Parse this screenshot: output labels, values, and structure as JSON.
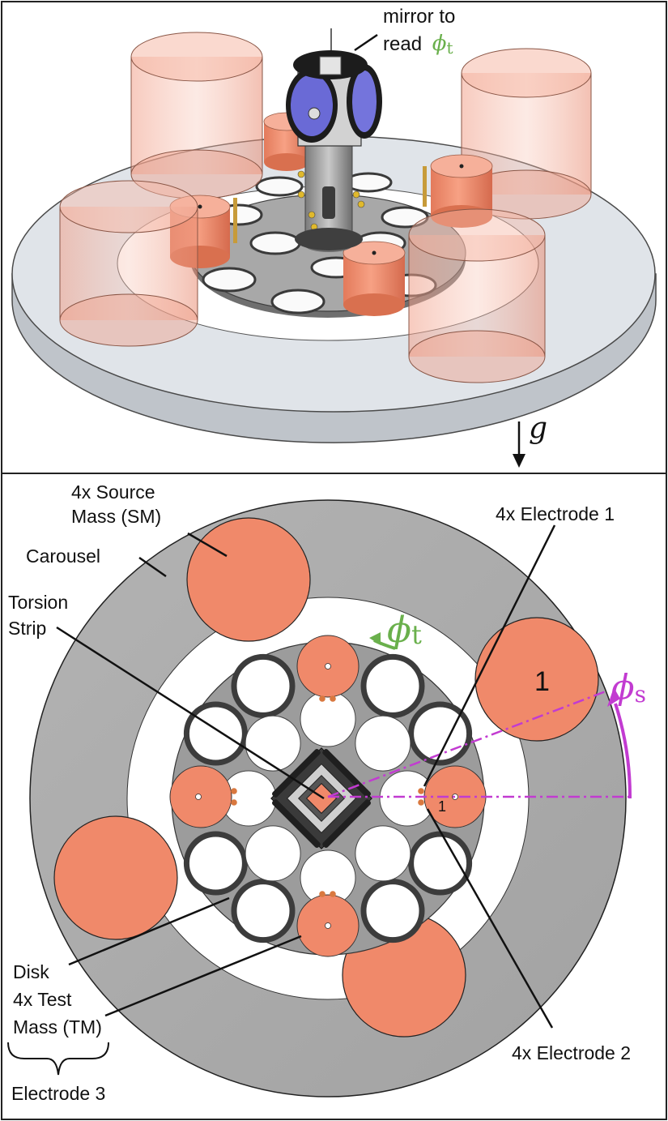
{
  "top_panel": {
    "mirror_label_line1": "mirror to",
    "mirror_label_line2": "read",
    "phi_t_symbol": "ϕ",
    "phi_t_sub": "t",
    "gravity_label": "g"
  },
  "bottom_panel": {
    "source_mass_line1": "4x Source",
    "source_mass_line2": "Mass (SM)",
    "carousel": "Carousel",
    "torsion_line1": "Torsion",
    "torsion_line2": "Strip",
    "electrode1": "4x Electrode 1",
    "electrode2": "4x Electrode 2",
    "electrode3": "Electrode 3",
    "disk": "Disk",
    "test_mass_line1": "4x Test",
    "test_mass_line2": "Mass (TM)",
    "phi_symbol": "ϕ",
    "phi_t_sub": "t",
    "phi_s_sub": "s",
    "sm_number": "1",
    "tm_number": "1"
  },
  "colors": {
    "copper": "#f0896a",
    "copper_transparent": "#f4a58e",
    "carousel_gray": "#a9a9a9",
    "disk_gray": "#9c9c9c",
    "phi_t_green": "#6ab04c",
    "phi_s_magenta": "#c23bd1",
    "base_plate": "#dfe3e8"
  }
}
